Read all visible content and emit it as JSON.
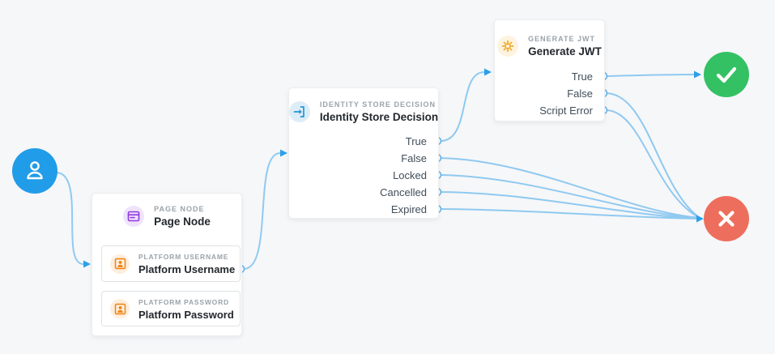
{
  "colors": {
    "background": "#f6f7f9",
    "connector": "#8ac7f0",
    "arrow": "#2ba0ea",
    "port_border": "#66b4e8",
    "start_node": "#219ce8",
    "success_node": "#34c164",
    "failure_node": "#ee6e5e",
    "page_icon": "#8d3be0",
    "page_icon_bg": "#f0e3fc",
    "input_icon": "#ef820f",
    "input_icon_bg": "#fdeede",
    "decision_icon": "#2196d3",
    "decision_icon_bg": "#ddedf8",
    "gear_icon": "#efaf35",
    "gear_icon_bg": "#fdf3de"
  },
  "start_node": {
    "icon": "user-icon"
  },
  "page_node": {
    "type_label": "PAGE NODE",
    "title": "Page Node",
    "icon": "page-icon",
    "children": [
      {
        "type_label": "PLATFORM USERNAME",
        "title": "Platform Username",
        "icon": "id-badge-icon"
      },
      {
        "type_label": "PLATFORM PASSWORD",
        "title": "Platform Password",
        "icon": "id-badge-icon"
      }
    ]
  },
  "identity_store_decision": {
    "type_label": "IDENTITY STORE DECISION",
    "title": "Identity Store Decision",
    "icon": "sign-in-icon",
    "outcomes": [
      "True",
      "False",
      "Locked",
      "Cancelled",
      "Expired"
    ]
  },
  "generate_jwt": {
    "type_label": "GENERATE JWT",
    "title": "Generate JWT",
    "icon": "gear-icon",
    "outcomes": [
      "True",
      "False",
      "Script Error"
    ]
  },
  "success_node": {
    "icon": "check-icon"
  },
  "failure_node": {
    "icon": "close-icon"
  }
}
